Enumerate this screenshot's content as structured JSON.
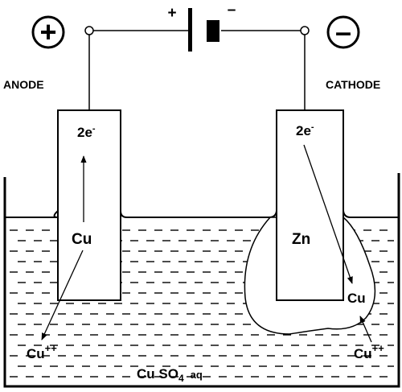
{
  "labels": {
    "anode": "ANODE",
    "cathode": "CATHODE",
    "plus_terminal": "+",
    "minus_terminal": "–",
    "plus_symbol": "+",
    "minus_symbol": "–",
    "left_electrode_metal": "Cu",
    "left_electrons": "2e",
    "left_electrons_charge": "-",
    "left_ion": "Cu",
    "left_ion_charge": "++",
    "right_electrode_metal": "Zn",
    "right_electrons": "2e",
    "right_electrons_charge": "-",
    "right_deposit": "Cu",
    "right_ion": "Cu",
    "right_ion_charge": "++",
    "solution": "Cu SO",
    "solution_subscript": "4",
    "solution_state": "aq"
  },
  "colors": {
    "ink": "#000000",
    "background": "#ffffff"
  }
}
